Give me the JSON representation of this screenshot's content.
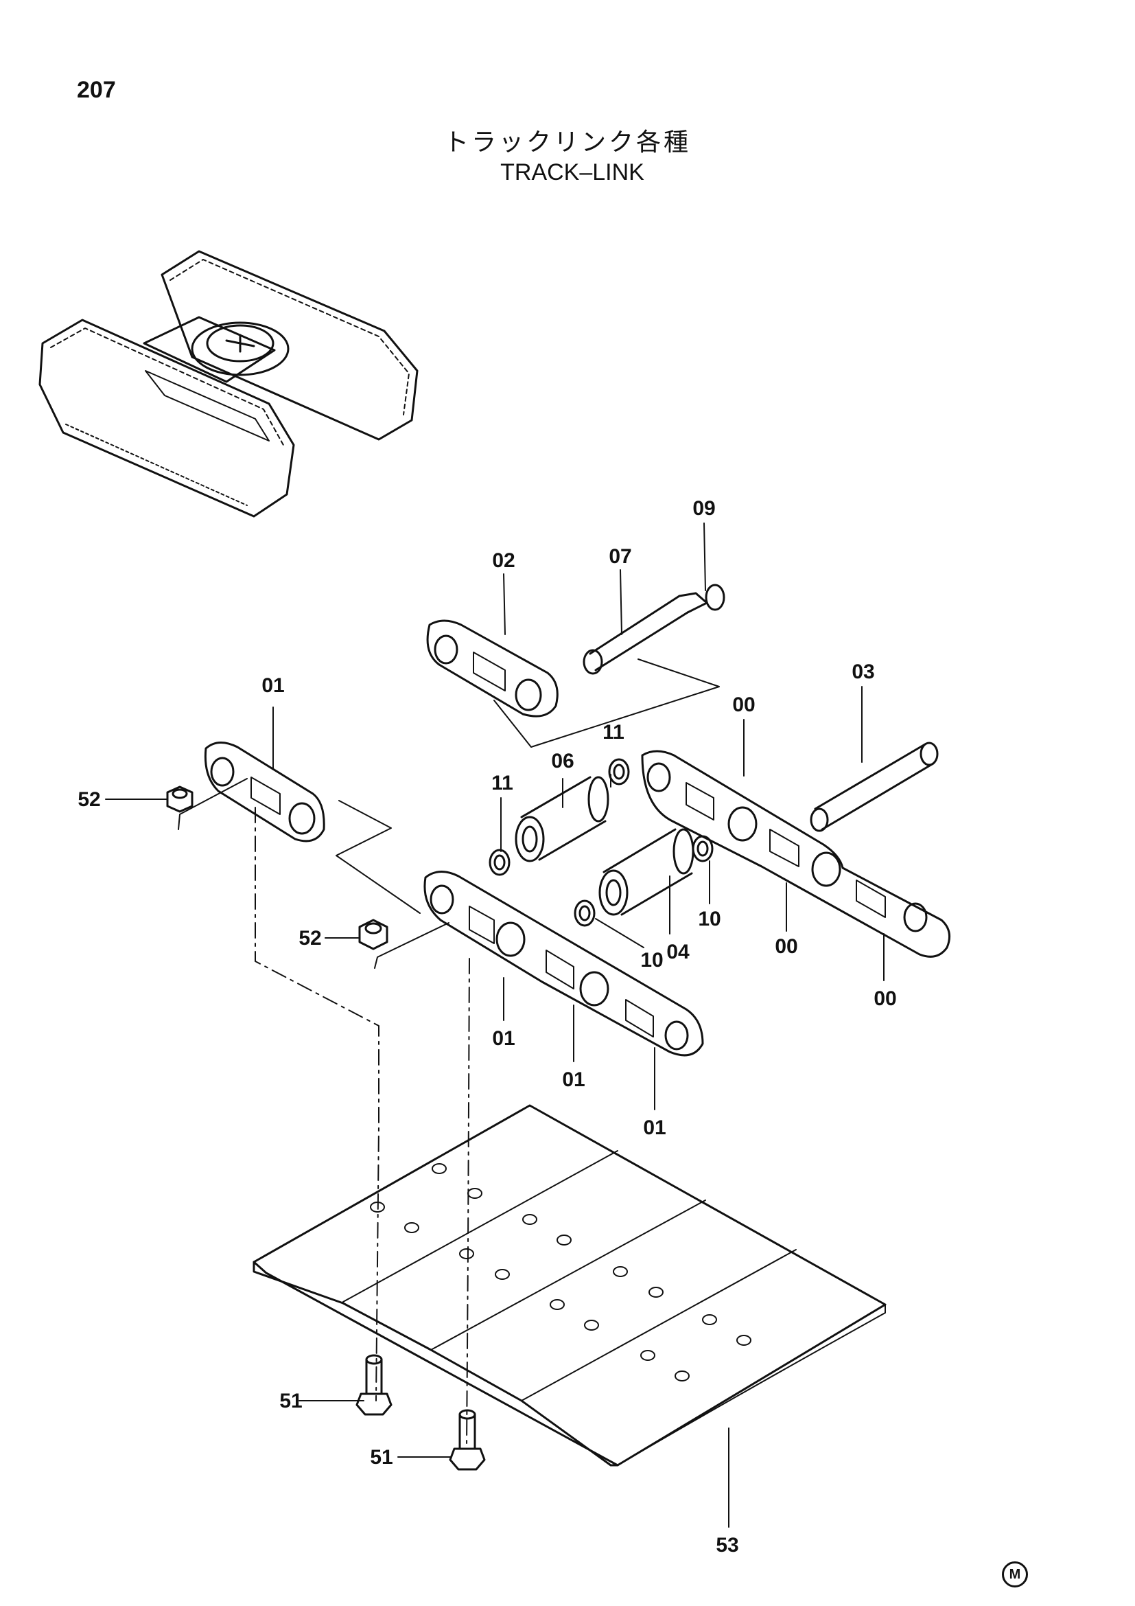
{
  "page_number": "207",
  "title_jp": "トラックリンク各種",
  "title_en": "TRACK–LINK",
  "mark": "M",
  "callouts": {
    "c09": "09",
    "c02": "02",
    "c07": "07",
    "c03": "03",
    "c00a": "00",
    "c01a": "01",
    "c11a": "11",
    "c06": "06",
    "c11b": "11",
    "c52a": "52",
    "c52b": "52",
    "c10a": "10",
    "c10b": "10",
    "c04": "04",
    "c00b": "00",
    "c00c": "00",
    "c01b": "01",
    "c01c": "01",
    "c01d": "01",
    "c51a": "51",
    "c51b": "51",
    "c53": "53"
  }
}
